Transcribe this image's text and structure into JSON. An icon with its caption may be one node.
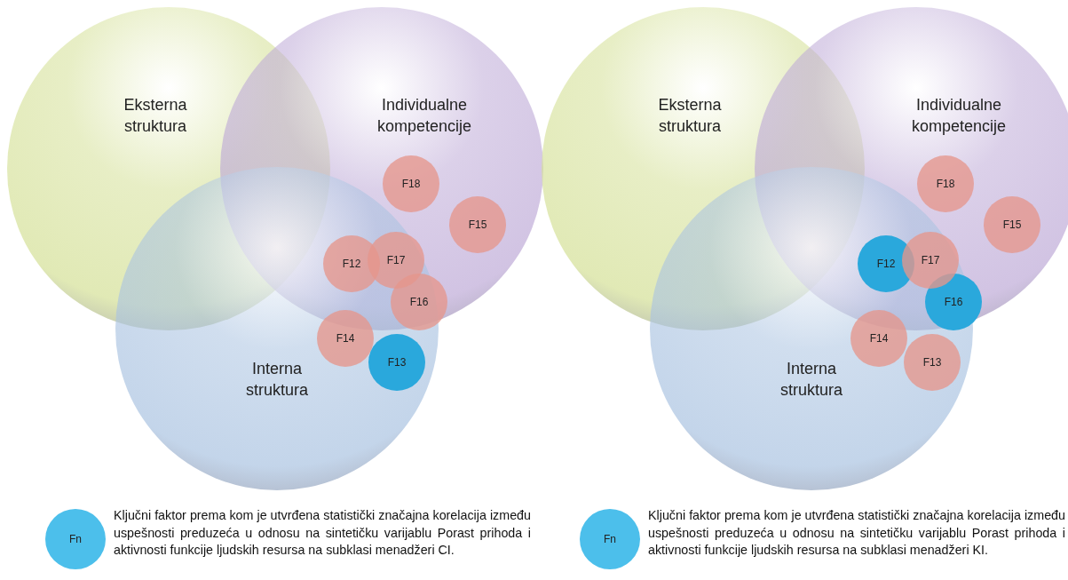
{
  "diagram": {
    "nodes": [
      {
        "text": [
          "Eksterna struktura"
        ]
      },
      {
        "text": [
          "Individualne kompetencije"
        ]
      },
      {
        "text": [
          "Interna struktura"
        ]
      },
      {
        "text": [
          "F18"
        ],
        "in": 1
      },
      {
        "text": [
          "F15"
        ],
        "in": 1
      },
      {
        "text": [
          "F12"
        ]
      },
      {
        "text": [
          "F17"
        ]
      },
      {
        "text": [
          "F16"
        ],
        "in": 1
      },
      {
        "text": [
          "F14"
        ],
        "in": 2
      },
      {
        "text": [
          "F13"
        ],
        "in": 2
      },
      {
        "text": [
          "Eksterna struktura"
        ]
      },
      {
        "text": [
          "Individualne kompetencije"
        ]
      },
      {
        "text": [
          "Interna struktura"
        ]
      },
      {
        "text": [
          "F18"
        ],
        "in": 11
      },
      {
        "text": [
          "F15"
        ],
        "in": 11
      },
      {
        "text": [
          "F12"
        ]
      },
      {
        "text": [
          "F17"
        ]
      },
      {
        "text": [
          "F16"
        ],
        "in": 11
      },
      {
        "text": [
          "F14"
        ],
        "in": 12
      },
      {
        "text": [
          "F13"
        ],
        "in": 12
      },
      {
        "text": [
          "Fn"
        ],
        "beside": [
          "Ključni faktor prema kom je utvrđena statistički značajna korelacija između uspešnosti preduzeća u odnosu na sintetičku varijablu Porast prihoda i aktivnosti funkcije ljudskih resursa na subklasi menadžeri CI."
        ]
      },
      {
        "text": [
          "Fn"
        ],
        "beside": [
          "Ključni faktor prema kom je utvrđena statistički značajna korelacija između uspešnosti preduzeća u odnosu na sintetičku varijablu Porast prihoda i aktivnosti funkcije ljudskih resursa na subklasi menadžeri KI."
        ]
      }
    ],
    "edges": []
  }
}
